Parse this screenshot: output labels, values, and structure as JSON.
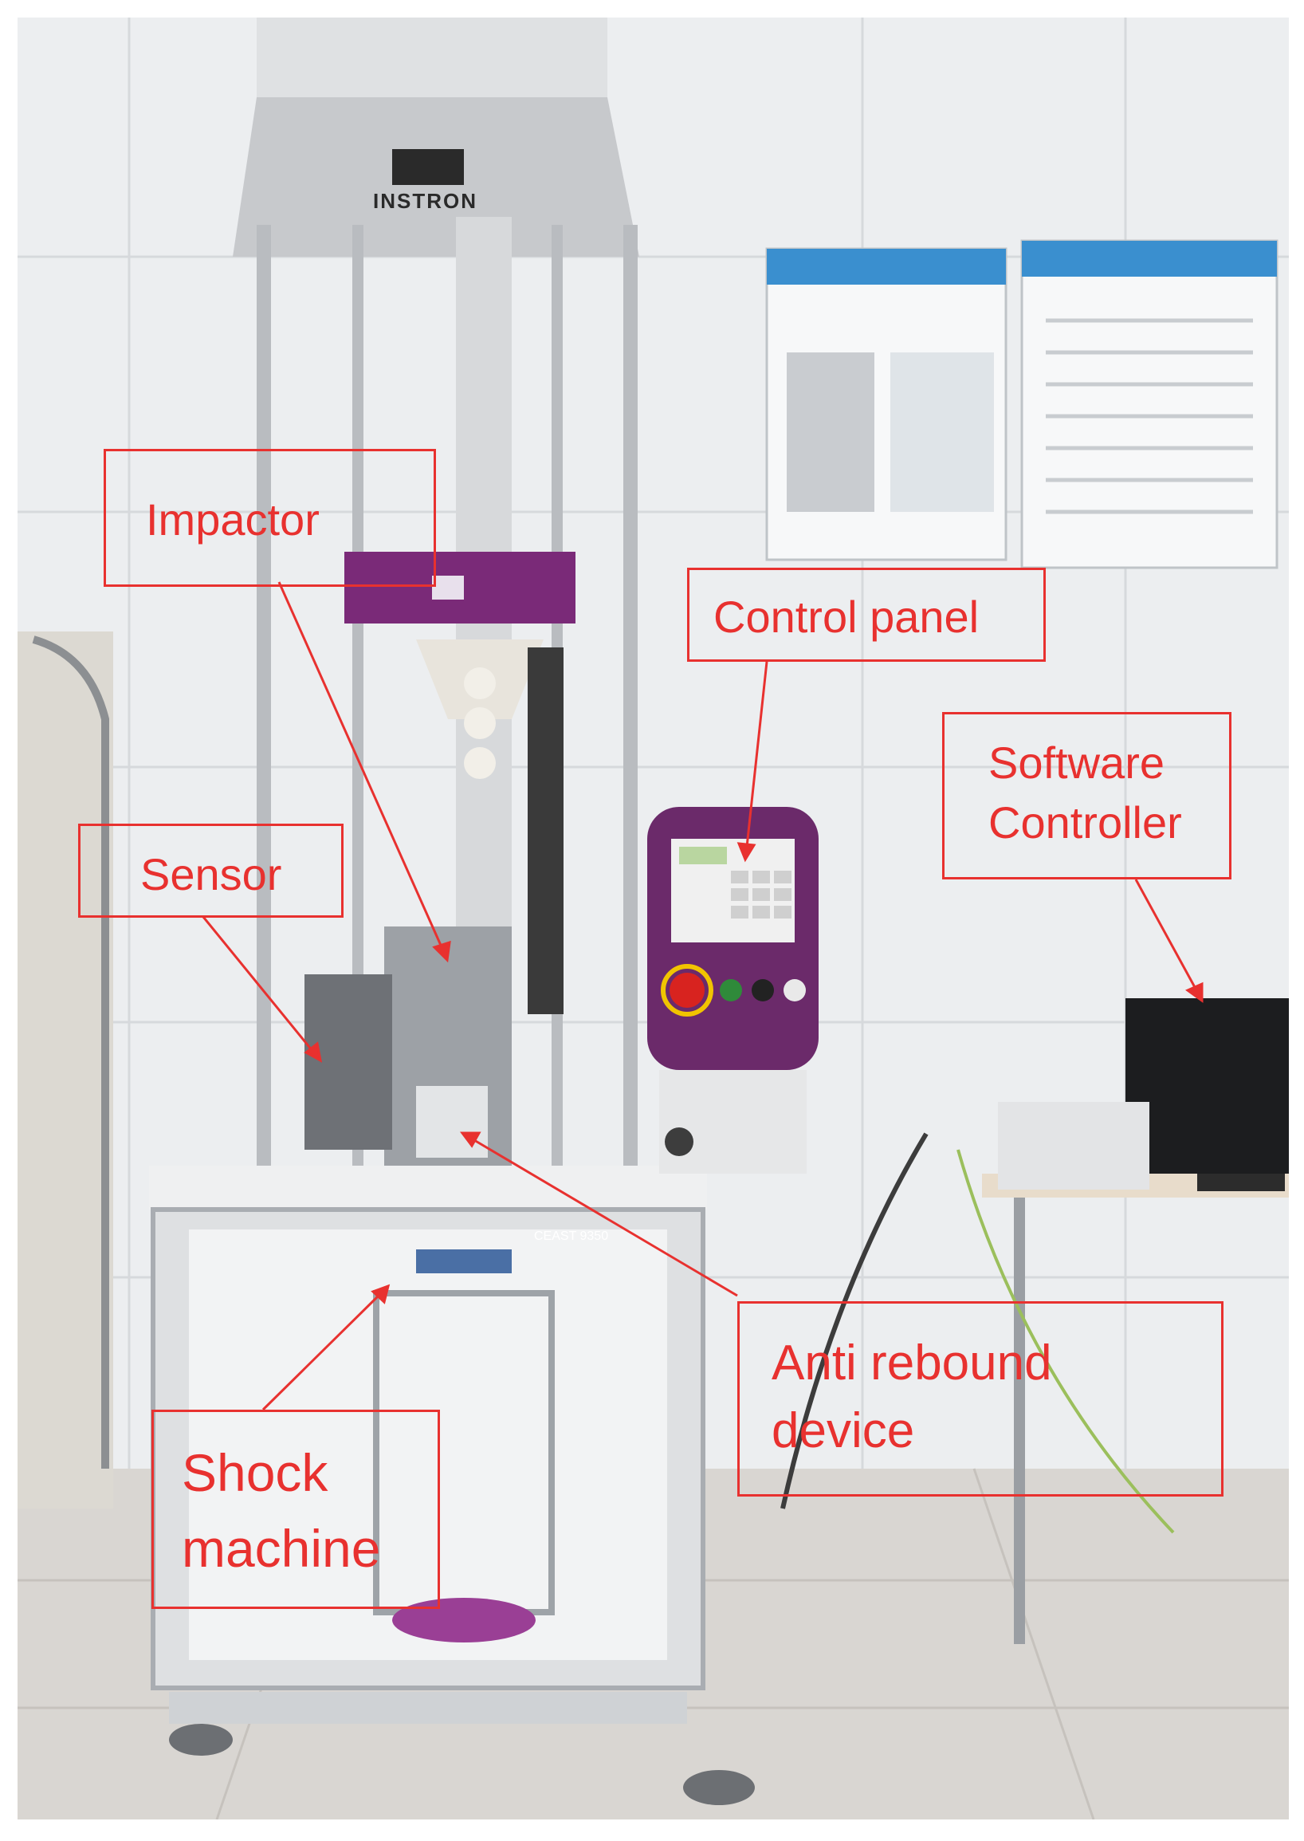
{
  "photo": {
    "machine_brand": "INSTRON",
    "base_label": "CEAST 9350"
  },
  "annotations": {
    "impactor": "Impactor",
    "control_panel": "Control panel",
    "software_controller_line1": "Software",
    "software_controller_line2": "Controller",
    "sensor": "Sensor",
    "anti_rebound_line1": "Anti rebound",
    "anti_rebound_line2": "device",
    "shock_machine_line1": "Shock",
    "shock_machine_line2": "machine"
  },
  "colors": {
    "annotation": "#e8312f",
    "machine_accent": "#7a2a78",
    "wall": "#eef0f2"
  }
}
